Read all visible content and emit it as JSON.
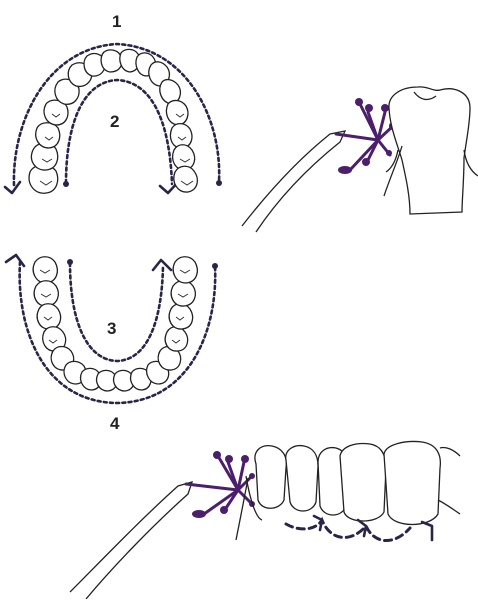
{
  "labels": {
    "one": "1",
    "two": "2",
    "three": "3",
    "four": "4"
  },
  "colors": {
    "brush": "#4b1f6b",
    "dots": "#2a2448",
    "outline": "#222222"
  }
}
